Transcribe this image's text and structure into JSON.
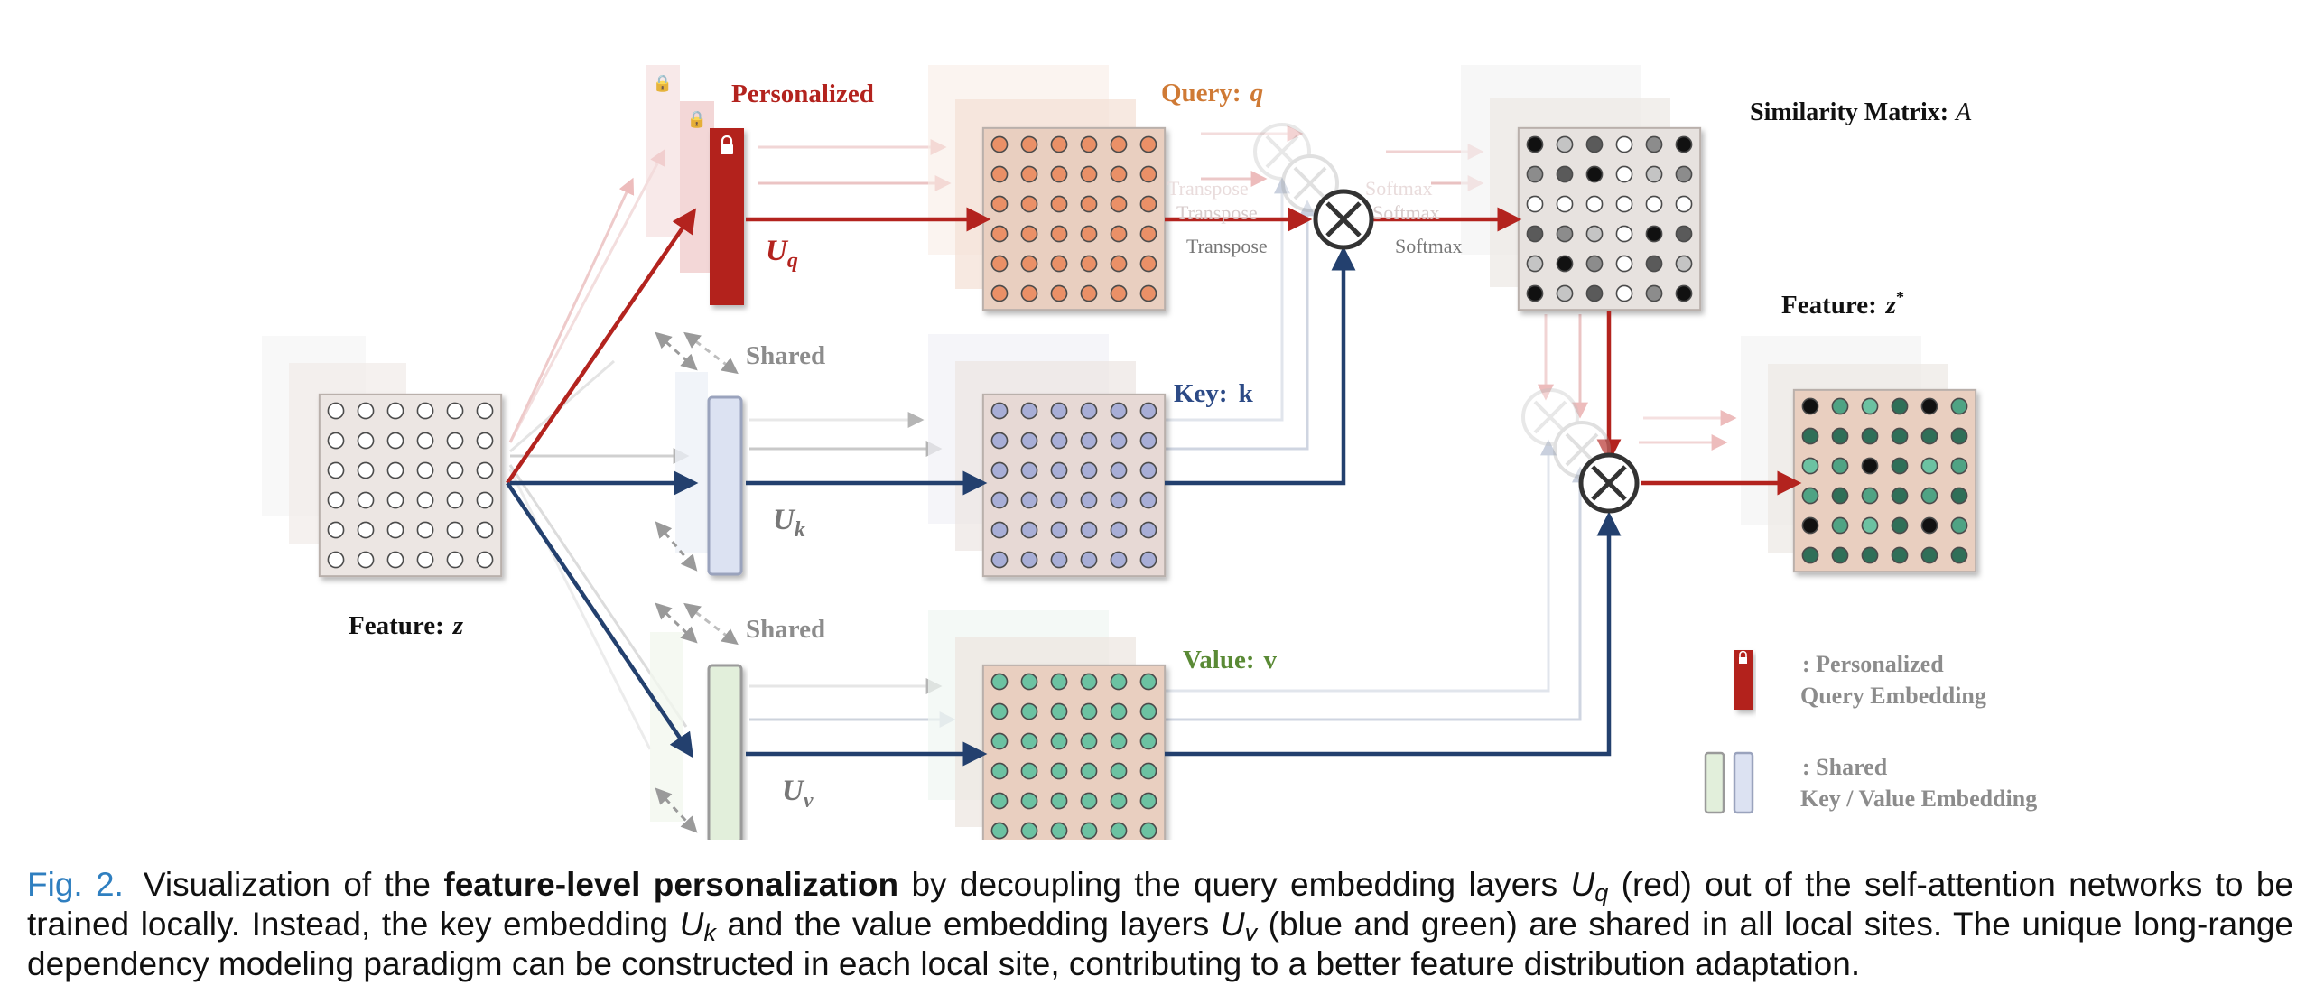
{
  "labels": {
    "personalized": "Personalized",
    "query": "Query:",
    "query_var": "q",
    "similarity": "Similarity Matrix:",
    "similarity_var": "A",
    "feature_out": "Feature:",
    "feature_out_var": "z",
    "feature_out_sup": "*",
    "shared_key": "Shared",
    "shared_value": "Shared",
    "key": "Key:",
    "key_var": "k",
    "value": "Value:",
    "value_var": "v",
    "feature_in": "Feature:",
    "feature_in_var": "z",
    "transpose": "Transpose",
    "softmax": "Softmax",
    "ghost_transpose_1": "Transpose",
    "ghost_transpose_2": "Transpose",
    "ghost_softmax_1": "Softmax",
    "ghost_softmax_2": "Softmax",
    "uq_main": "U",
    "uq_sub": "q",
    "uk_main": "U",
    "uk_sub": "k",
    "uv_main": "U",
    "uv_sub": "v"
  },
  "legend": {
    "personalized_line1": ":  Personalized",
    "personalized_line2": "Query Embedding",
    "shared_line1": ":  Shared",
    "shared_line2": "Key / Value Embedding"
  },
  "caption": {
    "fig_num": "Fig. 2.",
    "p1": "Visualization of the ",
    "bold": "feature-level personalization",
    "p2": " by decoupling the query embedding layers ",
    "uq": "U",
    "uq_sub": "q",
    "p3": " (red) out of the self-attention networks to be trained locally. Instead, the key embedding ",
    "uk": "U",
    "uk_sub": "k",
    "p4": " and the value embedding layers ",
    "uv": "U",
    "uv_sub": "v",
    "p5": " (blue and green) are shared in all local sites. The unique long-range dependency modeling paradigm can be constructed in each local site, contributing to a better feature distribution adaptation."
  },
  "colors": {
    "red": "#b3231e",
    "navy": "#23406e",
    "orange_dot": "#ea9067",
    "blue_dot": "#a8aed6",
    "green_dot": "#6cc2a2",
    "matrix_bg": "#e9cfc0",
    "query_text": "#cf7a35",
    "key_text": "#2c4a86",
    "value_text": "#5a8a35",
    "shared_text": "#8c8c8c",
    "blue_block": "#dce2f2",
    "green_block": "#e2efdb"
  }
}
